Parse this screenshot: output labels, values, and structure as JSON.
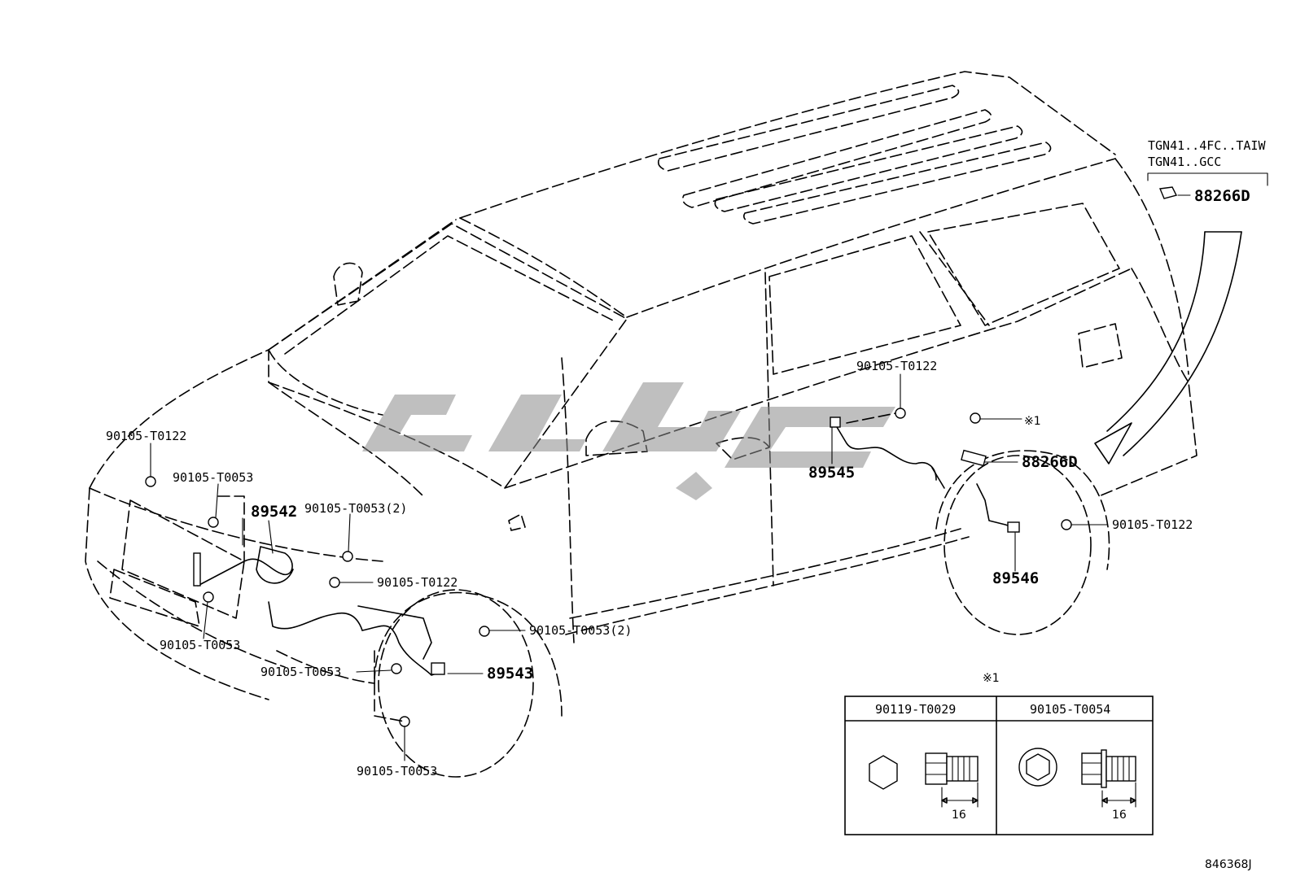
{
  "callouts": {
    "front_bolt_top": "90105-T0122",
    "front_bolt_2": "90105-T0053",
    "sensor_front_left": "89542",
    "bolt_qty2_a": "90105-T0053(2)",
    "bolt_mid": "90105-T0122",
    "bolt_lower_left": "90105-T0053",
    "bolt_qty2_b": "90105-T0053(2)",
    "bolt_lower_mid": "90105-T0053",
    "sensor_front_right": "89543",
    "bolt_bottom": "90105-T0053",
    "rear_bolt_top": "90105-T0122",
    "sensor_rear_left": "89545",
    "note_mark": "※1",
    "bracket_rear": "88266D",
    "rear_bolt_right": "90105-T0122",
    "sensor_rear_right": "89546"
  },
  "variant_box": {
    "line1": "TGN41..4FC..TAIW",
    "line2": "TGN41..GCC",
    "part": "88266D"
  },
  "detail_table": {
    "note_mark": "※1",
    "col1_header": "90119-T0029",
    "col2_header": "90105-T0054",
    "col1_dim": "16",
    "col2_dim": "16"
  },
  "figure_code": "846368J",
  "colors": {
    "line": "#000000",
    "watermark": "#8a8a8a",
    "background": "#ffffff"
  }
}
